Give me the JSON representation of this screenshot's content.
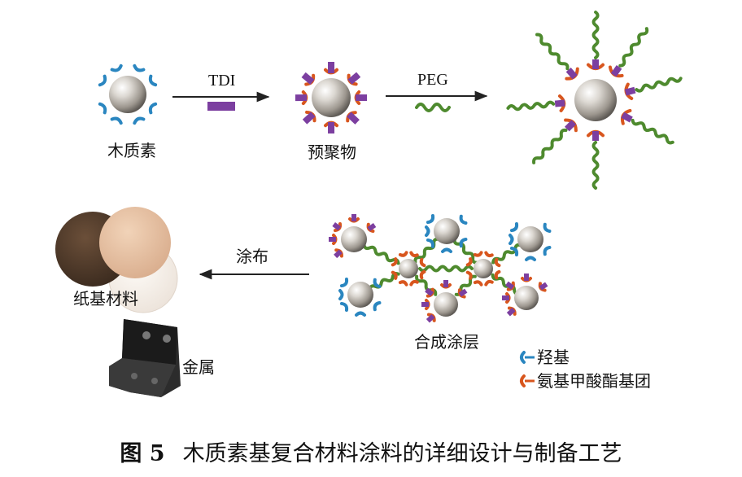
{
  "labels": {
    "lignin": "木质素",
    "tdi": "TDI",
    "prepolymer": "预聚物",
    "peg": "PEG",
    "coating_arrow": "涂布",
    "paper": "纸基材料",
    "metal": "金属",
    "composite": "合成涂层"
  },
  "legend": {
    "hydroxyl": "羟基",
    "urethane": "氨基甲酸酯基团"
  },
  "caption": {
    "figure_number": "图 5",
    "text": "木质素基复合材料涂料的详细设计与制备工艺"
  },
  "colors": {
    "hydroxyl": "#2a86c0",
    "urethane": "#d8561e",
    "isocyanate": "#7c3fa0",
    "peg_chain": "#4e8a2e",
    "sphere": "#a8a39b"
  },
  "icons": [
    "lignin-sphere-icon",
    "tdi-block-icon",
    "peg-chain-icon",
    "paper-substrate-icon",
    "metal-bracket-icon"
  ]
}
